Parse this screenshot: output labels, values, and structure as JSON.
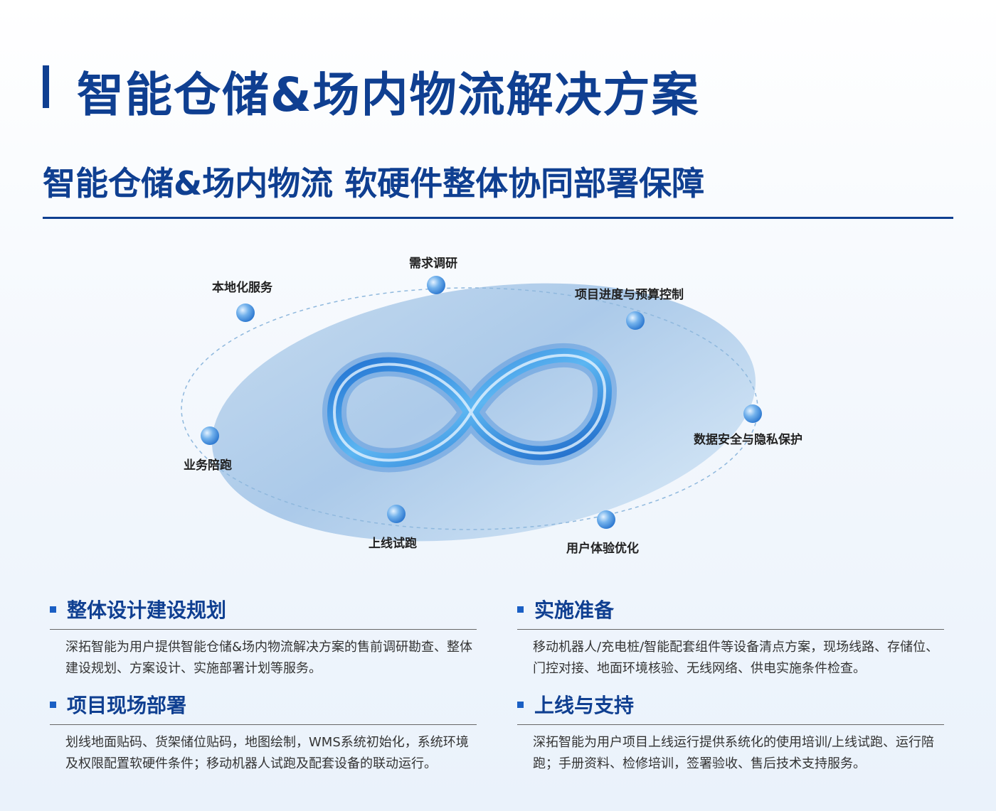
{
  "header": {
    "title": "智能仓储&场内物流解决方案",
    "subtitle": "智能仓储&场内物流  软硬件整体协同部署保障"
  },
  "cycle": {
    "nodes": [
      {
        "label": "需求调研"
      },
      {
        "label": "项目进度与预算控制"
      },
      {
        "label": "数据安全与隐私保护"
      },
      {
        "label": "用户体验优化"
      },
      {
        "label": "上线试跑"
      },
      {
        "label": "业务陪跑"
      },
      {
        "label": "本地化服务"
      }
    ],
    "center_icon": "infinity-loop-icon"
  },
  "sections": [
    {
      "title": "整体设计建设规划",
      "body": "深拓智能为用户提供智能仓储&场内物流解决方案的售前调研勘查、整体建设规划、方案设计、实施部署计划等服务。"
    },
    {
      "title": "实施准备",
      "body": "移动机器人/充电桩/智能配套组件等设备清点方案，现场线路、存储位、门控对接、地面环境核验、无线网络、供电实施条件检查。"
    },
    {
      "title": "项目现场部署",
      "body": "划线地面贴码、货架储位贴码，地图绘制，WMS系统初始化，系统环境及权限配置软硬件条件；移动机器人试跑及配套设备的联动运行。"
    },
    {
      "title": "上线与支持",
      "body": "深拓智能为用户项目上线运行提供系统化的使用培训/上线试跑、运行陪跑；手册资料、检修培训，签署验收、售后技术支持服务。"
    }
  ],
  "colors": {
    "brand": "#0f3f91",
    "accent": "#1a5fc4"
  }
}
